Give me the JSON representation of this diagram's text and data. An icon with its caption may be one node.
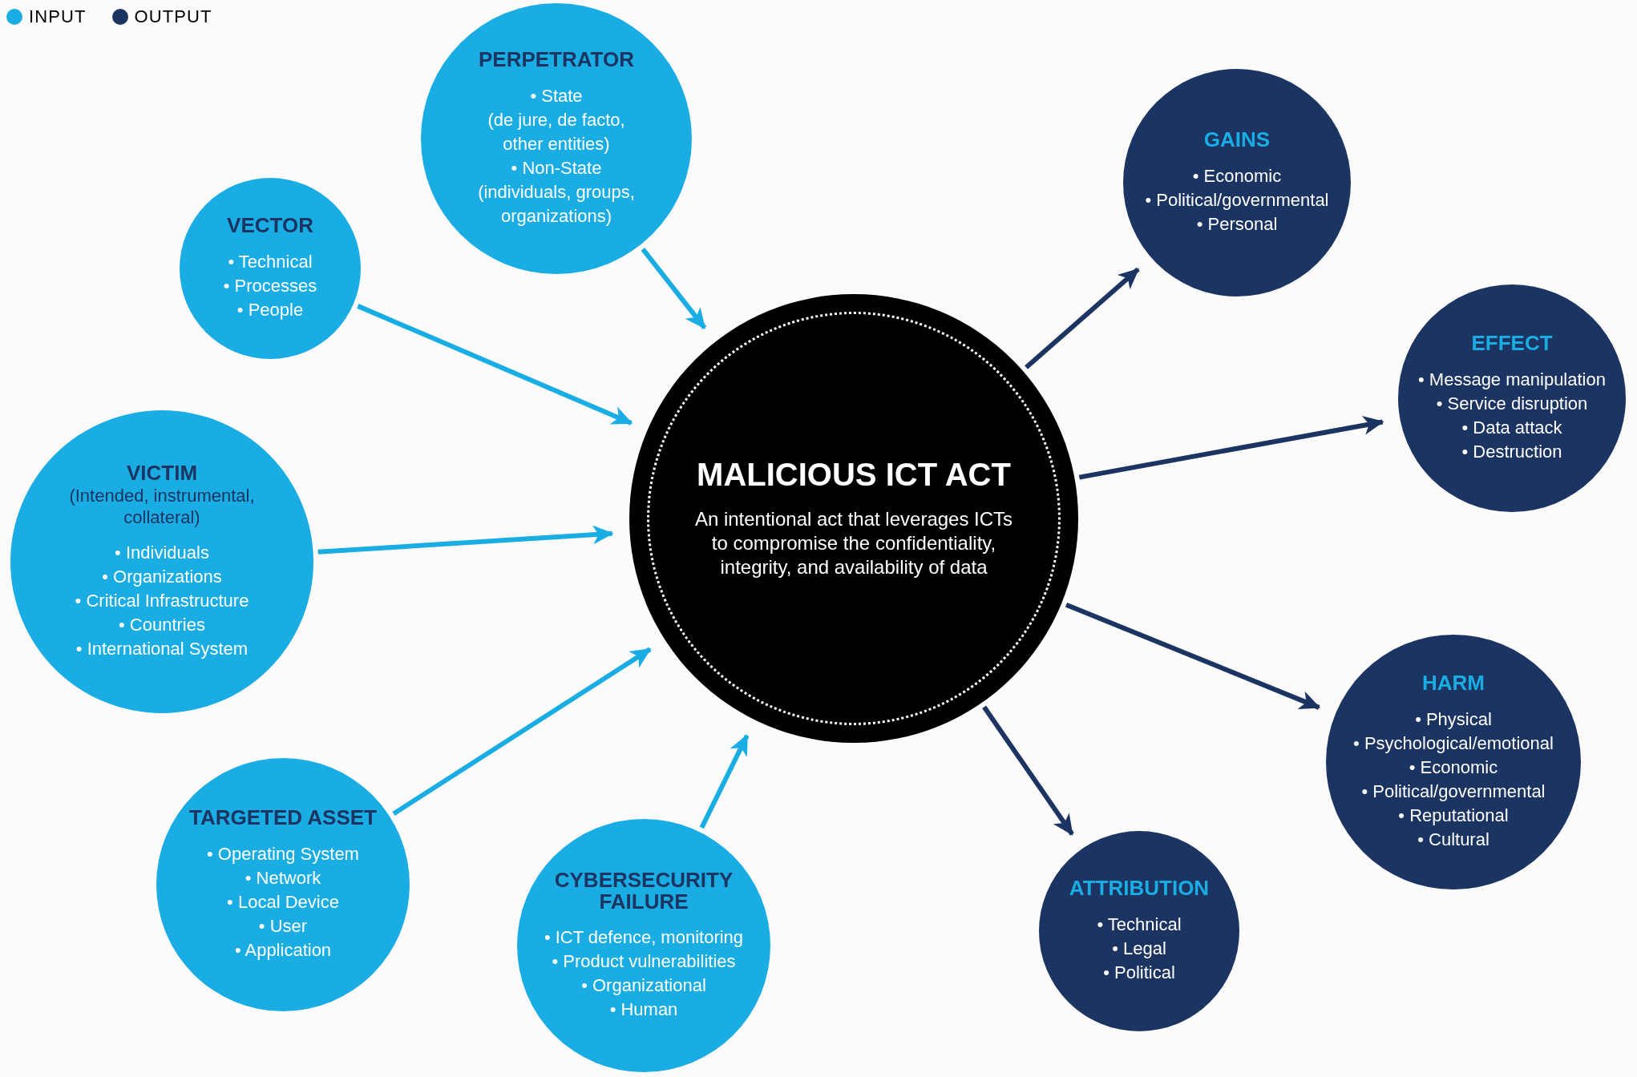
{
  "diagram": {
    "nodes": [
      {
        "text": [
          "MALICIOUS ICT ACT",
          "An intentional act that leverages ICTs to compromise the confidentiality, integrity, and availability of data"
        ]
      },
      {
        "text": [
          "PERPETRATOR",
          "• State",
          "(de jure, de facto, other entities)",
          "• Non-State",
          "(individuals, groups, organizations)"
        ]
      },
      {
        "text": [
          "VECTOR",
          "• Technical",
          "• Processes",
          "• People"
        ]
      },
      {
        "text": [
          "VICTIM",
          "(Intended, instrumental, collateral)",
          "• Individuals",
          "• Organizations",
          "• Critical Infrastructure",
          "• Countries",
          "• International System"
        ]
      },
      {
        "text": [
          "TARGETED ASSET",
          "• Operating System",
          "• Network",
          "• Local Device",
          "• User",
          "• Application"
        ]
      },
      {
        "text": [
          "CYBERSECURITY FAILURE",
          "• ICT defence, monitoring",
          "• Product vulnerabilities",
          "• Organizational",
          "• Human"
        ]
      },
      {
        "text": [
          "GAINS",
          "• Economic",
          "• Political/governmental",
          "• Personal"
        ]
      },
      {
        "text": [
          "EFFECT",
          "• Message manipulation",
          "• Service disruption",
          "• Data attack",
          "• Destruction"
        ]
      },
      {
        "text": [
          "HARM",
          "• Physical",
          "• Psychological/emotional",
          "• Economic",
          "• Political/governmental",
          "• Reputational",
          "• Cultural"
        ]
      },
      {
        "text": [
          "ATTRIBUTION",
          "• Technical",
          "• Legal",
          "• Political"
        ]
      }
    ],
    "edges": [
      {
        "from": 1,
        "to": 0,
        "arrow": "to"
      },
      {
        "from": 2,
        "to": 0,
        "arrow": "to"
      },
      {
        "from": 3,
        "to": 0,
        "arrow": "to"
      },
      {
        "from": 4,
        "to": 0,
        "arrow": "to"
      },
      {
        "from": 5,
        "to": 0,
        "arrow": "to"
      },
      {
        "from": 0,
        "to": 6,
        "arrow": "to",
        "color": "#1c3461"
      },
      {
        "from": 0,
        "to": 7,
        "arrow": "to",
        "color": "#1c3461"
      },
      {
        "from": 0,
        "to": 8,
        "arrow": "to",
        "color": "#1c3461"
      },
      {
        "from": 0,
        "to": 9,
        "arrow": "to",
        "color": "#1c3461"
      }
    ],
    "legend": [
      {
        "text": "INPUT",
        "color": "#1aade4"
      },
      {
        "text": "OUTPUT",
        "color": "#1c3461"
      }
    ]
  }
}
